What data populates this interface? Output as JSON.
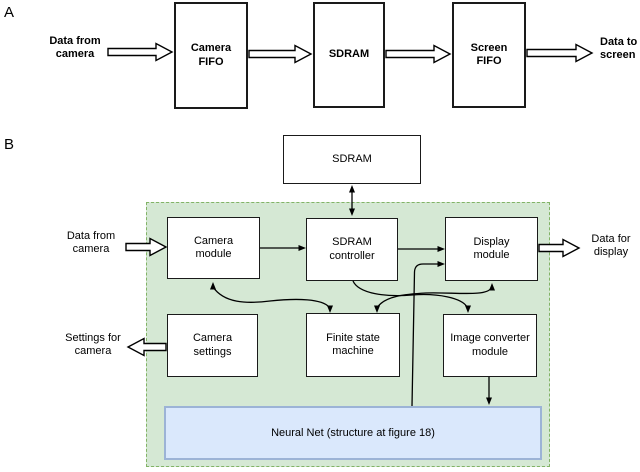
{
  "diagram": {
    "section_a": {
      "label": "A",
      "input_label": "Data from\ncamera",
      "boxes": [
        {
          "label": "Camera\nFIFO"
        },
        {
          "label": "SDRAM"
        },
        {
          "label": "Screen\nFIFO"
        }
      ],
      "output_label": "Data to\nscreen"
    },
    "section_b": {
      "label": "B",
      "sdram_label": "SDRAM",
      "input_label": "Data from\ncamera",
      "output_display_label": "Data for\ndisplay",
      "output_settings_label": "Settings for\ncamera",
      "modules": {
        "camera_module": "Camera\nmodule",
        "sdram_controller": "SDRAM\ncontroller",
        "display_module": "Display\nmodule",
        "camera_settings": "Camera\nsettings",
        "finite_state_machine": "Finite state\nmachine",
        "image_converter": "Image converter\nmodule"
      },
      "neural_net_label": "Neural Net (structure at figure 18)"
    },
    "colors": {
      "region_fill": "#d5e8d4",
      "region_border": "#82b366",
      "neural_net_fill": "#dae8fc",
      "neural_net_border": "#9cb3d6",
      "box_border": "#1a1a1a"
    }
  }
}
